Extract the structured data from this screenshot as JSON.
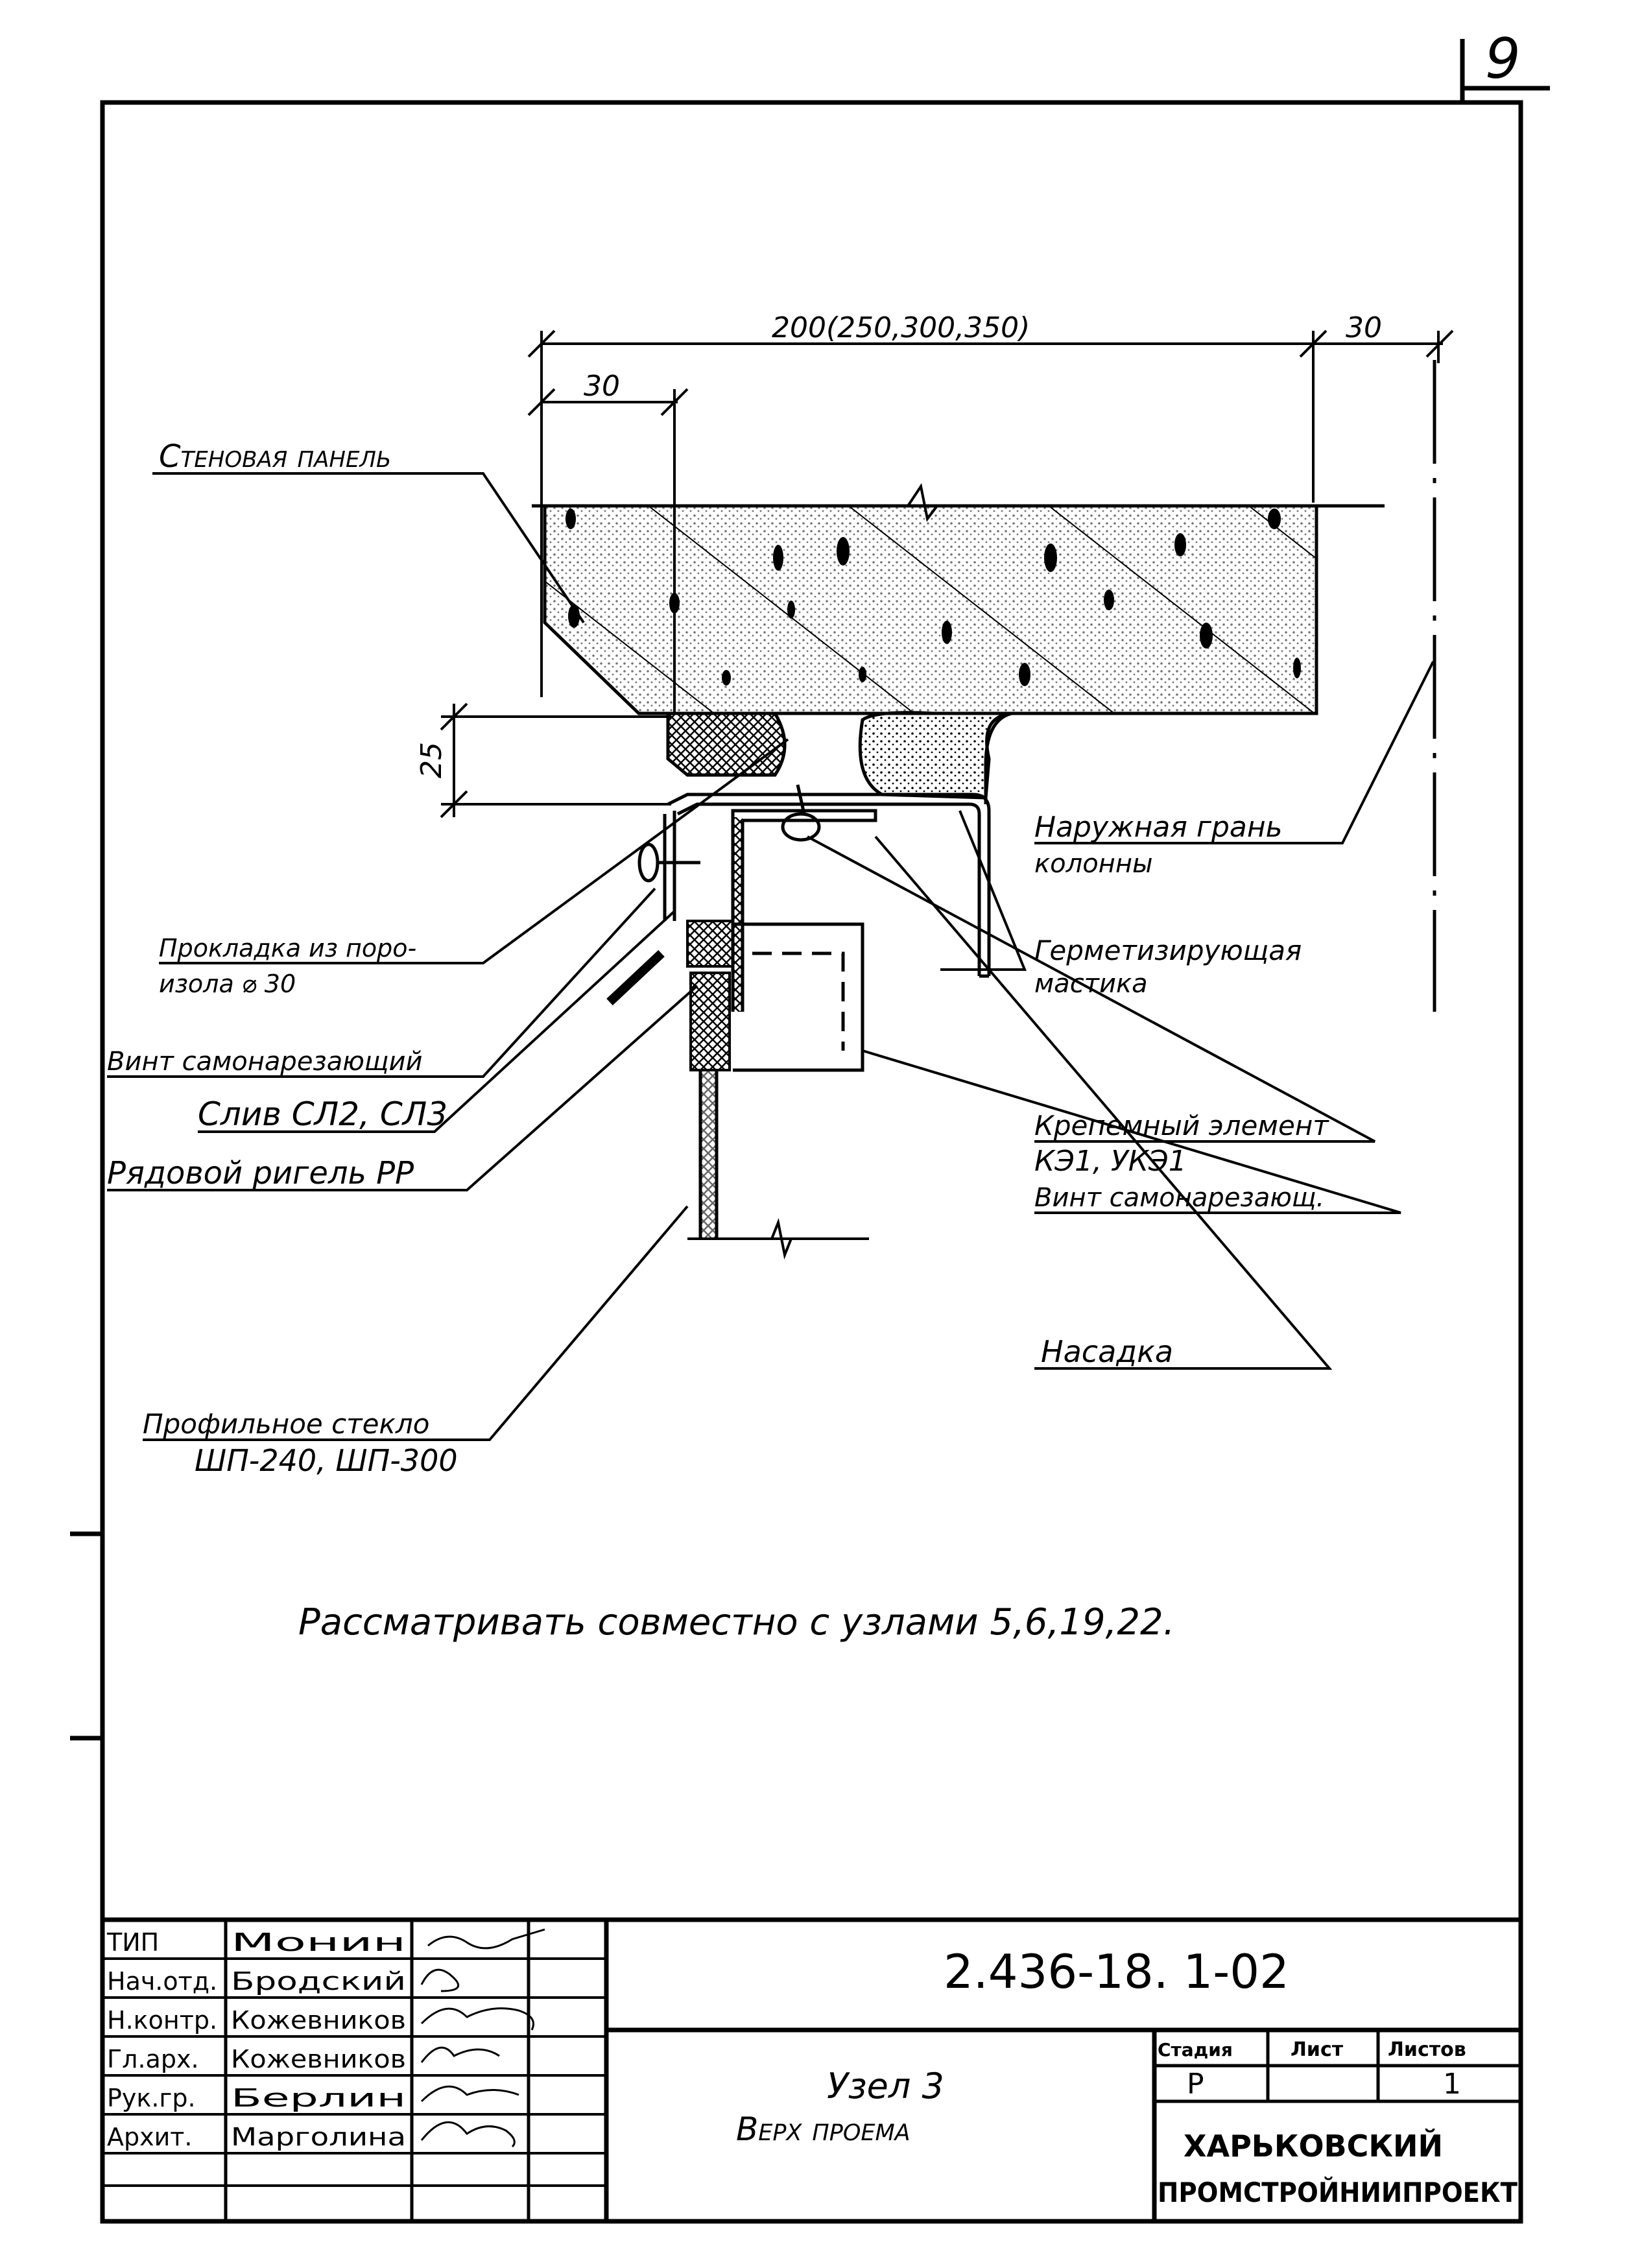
{
  "sheet": {
    "page_number": "9"
  },
  "dimensions": {
    "top": "200(250,300,350)",
    "left_offset": "30",
    "right_offset": "30",
    "gap": "25"
  },
  "callouts": {
    "wall_panel": "Стеновая панель",
    "outer_face_1": "Наружная грань",
    "outer_face_2": "колонны",
    "sealant_1": "Герметизирующая",
    "sealant_2": "мастика",
    "gasket_1": "Прокладка из поро-",
    "gasket_2": "изола ⌀ 30",
    "screw_left": "Винт самонарезающий",
    "drain": "Слив СЛ2, СЛ3",
    "girder": "Рядовой ригель РР",
    "fastener_1": "Крепемный элемент",
    "fastener_2": "КЭ1, УКЭ1",
    "screw_right": "Винт самонарезающ.",
    "cap": "Насадка",
    "glass_1": "Профильное стекло",
    "glass_2": "ШП-240, ШП-300"
  },
  "note": "Рассматривать совместно с узлами 5,6,19,22.",
  "title_block": {
    "rows": [
      {
        "role": "ТИП",
        "name": "Монин"
      },
      {
        "role": "Нач.отд.",
        "name": "Бродский"
      },
      {
        "role": "Н.контр.",
        "name": "Кожевников"
      },
      {
        "role": "Гл.арх.",
        "name": "Кожевников"
      },
      {
        "role": "Рук.гр.",
        "name": "Берлин"
      },
      {
        "role": "Архит.",
        "name": "Марголина"
      }
    ],
    "doc_code": "2.436-18. 1-02",
    "title_line1": "Узел 3",
    "title_line2": "Верх проема",
    "stage_header": "Стадия",
    "sheet_header": "Лист",
    "sheets_header": "Листов",
    "stage_value": "Р",
    "sheet_value": "",
    "sheets_value": "1",
    "org_line1": "ХАРЬКОВСКИЙ",
    "org_line2": "ПРОМСТРОЙНИИПРОЕКТ"
  }
}
